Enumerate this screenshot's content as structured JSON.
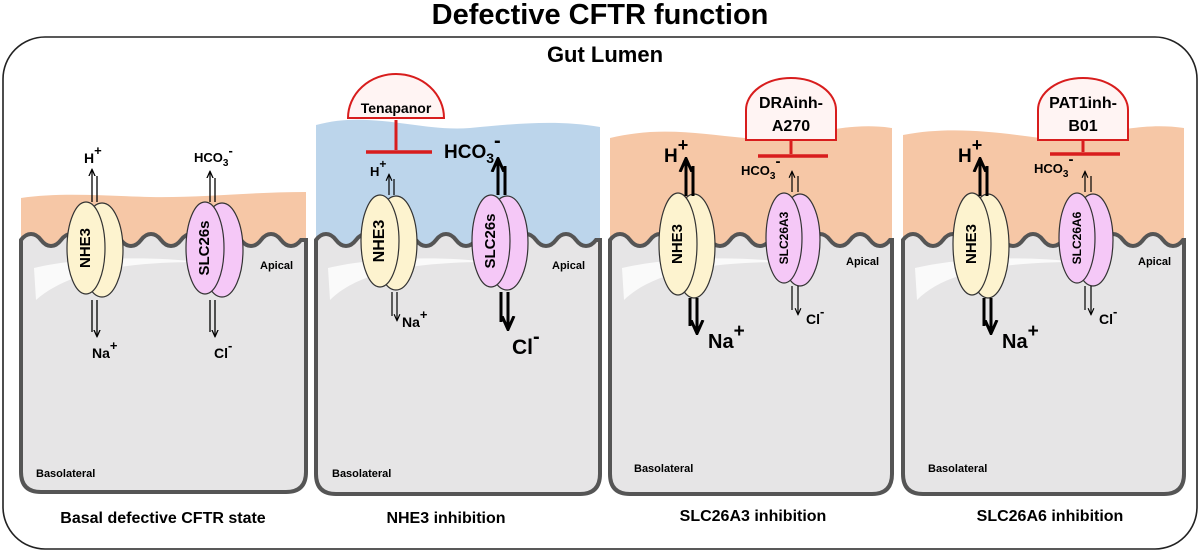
{
  "title": "Defective CFTR function",
  "lumen_label": "Gut Lumen",
  "apical_label": "Apical",
  "basolateral_label": "Basolateral",
  "colors": {
    "cell": "#e6e5e6",
    "cell_stroke": "#555555",
    "mucus": "#f6c7a6",
    "mucus_blue": "#bcd5eb",
    "nhe3": "#fdf3cf",
    "slc": "#f5c8f7",
    "inhibitor": "#d81d1d"
  },
  "panels": [
    {
      "caption": "Basal defective CFTR state",
      "nhe3_label": "NHE3",
      "slc_label": "SLC26s",
      "inhibitor": "",
      "ions": {
        "h": "H",
        "h_sup": "+",
        "na": "Na",
        "na_sup": "+",
        "hco3": "HCO",
        "hco3_sub": "3",
        "hco3_sup": "-",
        "cl": "Cl",
        "cl_sup": "-"
      }
    },
    {
      "caption": "NHE3 inhibition",
      "nhe3_label": "NHE3",
      "slc_label": "SLC26s",
      "inhibitor": "Tenapanor",
      "ions": {
        "h": "H",
        "h_sup": "+",
        "na": "Na",
        "na_sup": "+",
        "hco3": "HCO",
        "hco3_sub": "3",
        "hco3_sup": "-",
        "cl": "Cl",
        "cl_sup": "-"
      }
    },
    {
      "caption": "SLC26A3 inhibition",
      "nhe3_label": "NHE3",
      "slc_label": "SLC26A3",
      "inhibitor_line1": "DRAinh-",
      "inhibitor_line2": "A270",
      "ions": {
        "h": "H",
        "h_sup": "+",
        "na": "Na",
        "na_sup": "+",
        "hco3": "HCO",
        "hco3_sub": "3",
        "hco3_sup": "-",
        "cl": "Cl",
        "cl_sup": "-"
      }
    },
    {
      "caption": "SLC26A6 inhibition",
      "nhe3_label": "NHE3",
      "slc_label": "SLC26A6",
      "inhibitor_line1": "PAT1inh-",
      "inhibitor_line2": "B01",
      "ions": {
        "h": "H",
        "h_sup": "+",
        "na": "Na",
        "na_sup": "+",
        "hco3": "HCO",
        "hco3_sub": "3",
        "hco3_sup": "-",
        "cl": "Cl",
        "cl_sup": "-"
      }
    }
  ]
}
